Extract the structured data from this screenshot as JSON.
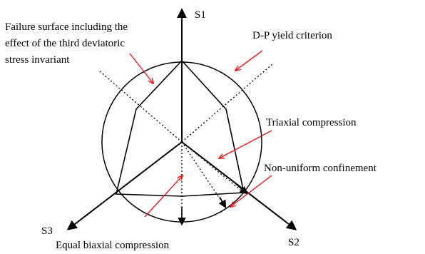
{
  "diagram": {
    "axes": {
      "s1": "S1",
      "s2": "S2",
      "s3": "S3"
    },
    "labels": {
      "failure_line1": "Failure surface including the",
      "failure_line2": "effect of the third deviatoric",
      "failure_line3": "stress invariant",
      "dp_criterion": "D-P yield criterion",
      "triaxial": "Triaxial compression",
      "non_uniform": "Non-uniform confinement",
      "equal_biaxial": "Equal biaxial compression"
    },
    "colors": {
      "lines": "#000000",
      "annotation_arrows": "#e8191c",
      "background": "#ffffff"
    }
  }
}
